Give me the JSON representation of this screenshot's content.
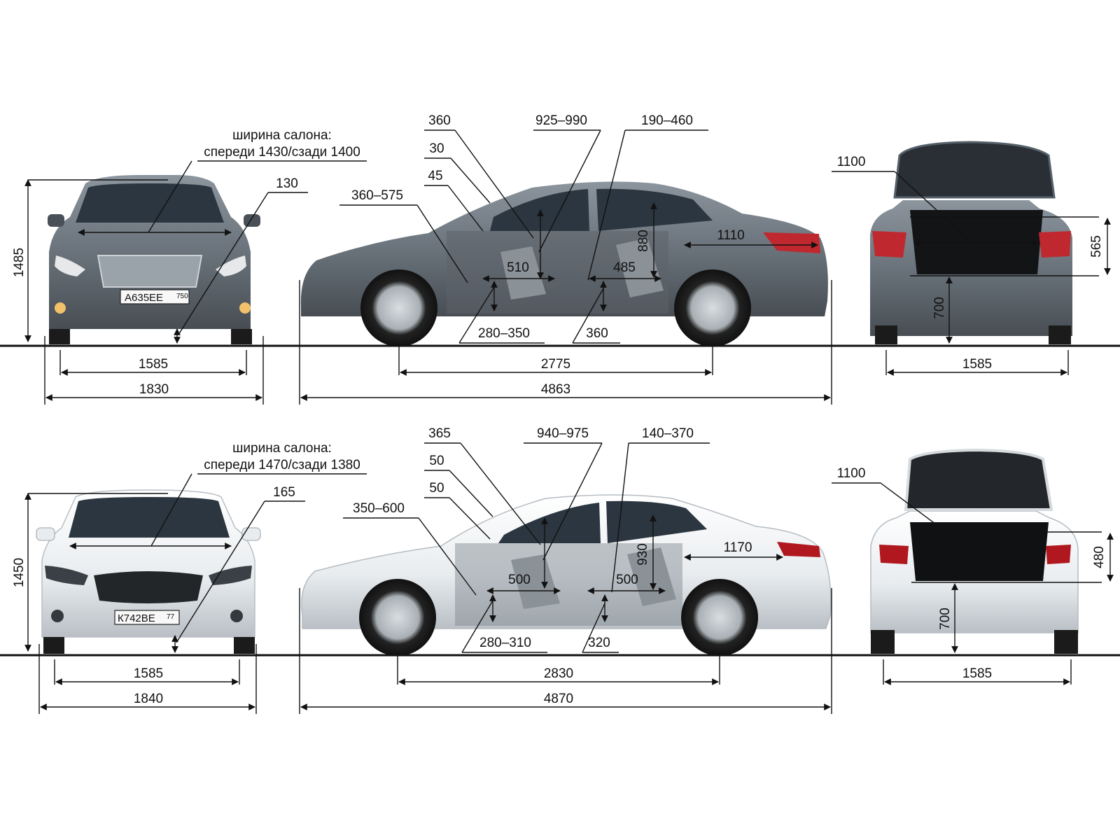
{
  "colors": {
    "car1": "#6f7880",
    "car1_dark": "#4b5259",
    "car2": "#eef1f4",
    "car2_dark": "#c9ced3",
    "glass": "#2b3640",
    "line": "#111111"
  },
  "car1": {
    "front": {
      "cabin_width_label": "ширина салона:",
      "cabin_width_values": "спереди 1430/сзади 1400",
      "ground_clearance": "130",
      "height": "1485",
      "track": "1585",
      "width": "1830",
      "plate": "А635ЕЕ",
      "plate_region": "750"
    },
    "side": {
      "head_front": "360",
      "angle_1": "30",
      "angle_2": "45",
      "seat_travel": "360–575",
      "front_headroom": "925–990",
      "rear_legroom": "190–460",
      "rear_headroom": "880",
      "trunk_length": "1110",
      "front_seat_len": "510",
      "rear_seat_len": "485",
      "front_cushion_h": "280–350",
      "rear_cushion_h": "360",
      "wheelbase": "2775",
      "length": "4863"
    },
    "rear": {
      "trunk_width": "1100",
      "trunk_opening_h": "565",
      "load_height": "700",
      "track": "1585"
    }
  },
  "car2": {
    "front": {
      "cabin_width_label": "ширина салона:",
      "cabin_width_values": "спереди 1470/сзади 1380",
      "ground_clearance": "165",
      "height": "1450",
      "track": "1585",
      "width": "1840",
      "plate": "К742ВЕ",
      "plate_region": "77"
    },
    "side": {
      "head_front": "365",
      "angle_1": "50",
      "angle_2": "50",
      "seat_travel": "350–600",
      "front_headroom": "940–975",
      "rear_legroom": "140–370",
      "rear_headroom": "930",
      "trunk_length": "1170",
      "front_seat_len": "500",
      "rear_seat_len": "500",
      "front_cushion_h": "280–310",
      "rear_cushion_h": "320",
      "wheelbase": "2830",
      "length": "4870"
    },
    "rear": {
      "trunk_width": "1100",
      "trunk_opening_h": "480",
      "load_height": "700",
      "track": "1585"
    }
  }
}
